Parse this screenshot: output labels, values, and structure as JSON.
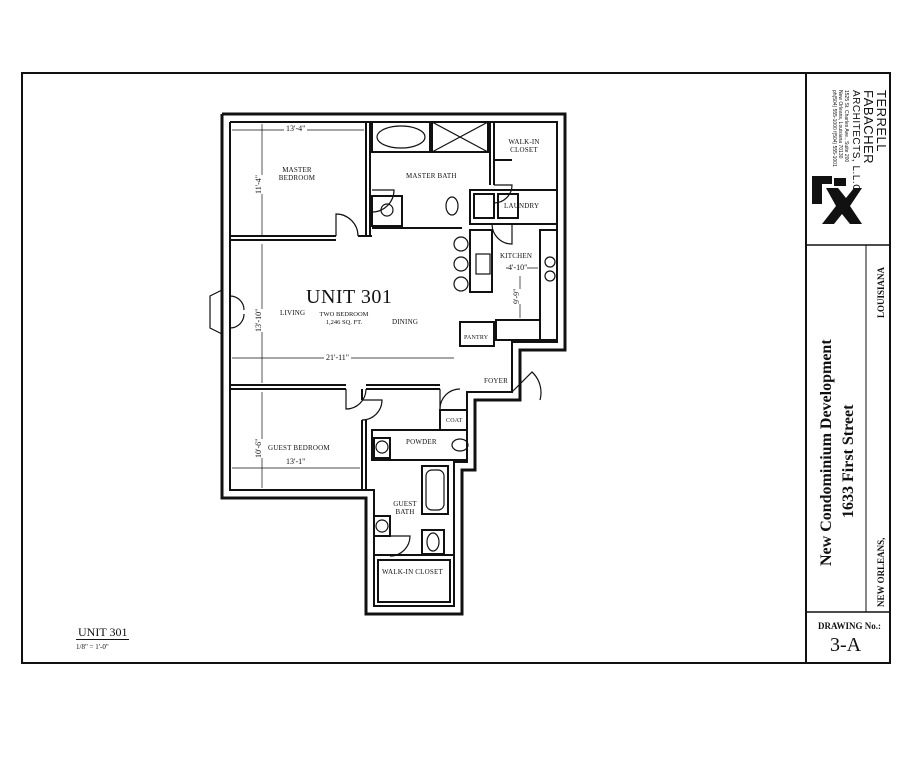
{
  "plan": {
    "unit_title": "UNIT 301",
    "unit_subtitle_line1": "TWO BEDROOM",
    "unit_subtitle_line2": "1,246 SQ. FT.",
    "rooms": {
      "master_bedroom_line1": "MASTER",
      "master_bedroom_line2": "BEDROOM",
      "master_bath": "MASTER BATH",
      "walk_in_closet_line1": "WALK-IN",
      "walk_in_closet_line2": "CLOSET",
      "laundry": "LAUNDRY",
      "kitchen": "KITCHEN",
      "living": "LIVING",
      "dining": "DINING",
      "pantry": "PANTRY",
      "foyer": "FOYER",
      "coat": "COAT",
      "guest_bedroom": "GUEST BEDROOM",
      "powder": "POWDER",
      "guest_bath_line1": "GUEST",
      "guest_bath_line2": "BATH",
      "walk_in_closet_2": "WALK-IN CLOSET"
    },
    "dimensions": {
      "master_width": "13'-4\"",
      "master_depth": "11'-4\"",
      "kitchen_width": "4'-10\"",
      "kitchen_depth": "9'-9\"",
      "living_depth": "13'-10\"",
      "living_width": "21'-11\"",
      "guest_depth": "10'-6\"",
      "guest_width": "13'-1\""
    }
  },
  "scale": {
    "title": "UNIT 301",
    "value": "1/8\"  = 1'-0\""
  },
  "title_block": {
    "firm_line1": "TERRELL",
    "firm_line2": "FABACHER",
    "firm_line3": "ARCHITECTS, L.L.C.",
    "address_line1": "1525 St. Charles Ave., Suite 200",
    "address_line2": "New Orleans, Louisiana 70130",
    "address_line3": "ph(504) 555-1000  f(504) 555-1001",
    "project_name": "New Condominium Development",
    "project_address": "1633 First Street",
    "city": "NEW ORLEANS,",
    "state": "LOUISIANA",
    "drawing_label": "DRAWING No.:",
    "drawing_number": "3-A"
  }
}
